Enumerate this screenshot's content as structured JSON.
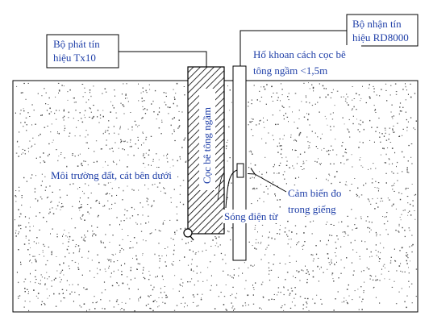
{
  "labels": {
    "transmitter_line1": "Bộ phát tín",
    "transmitter_line2": "hiệu Tx10",
    "receiver_line1": "Bộ nhận tín",
    "receiver_line2": "hiệu RD8000",
    "borehole_line1": "Hố khoan cách cọc bê",
    "borehole_line2": "tông ngầm <1,5m",
    "soil": "Môi trường đất, cát bên dưới",
    "pile": "Cọc bê tông ngầm",
    "wave": "Sóng điện từ",
    "sensor_line1": "Cảm biến đo",
    "sensor_line2": "trong giếng"
  },
  "colors": {
    "text": "#1f3fa8",
    "line": "#000000",
    "soil_dot": "#4a4a4a"
  }
}
